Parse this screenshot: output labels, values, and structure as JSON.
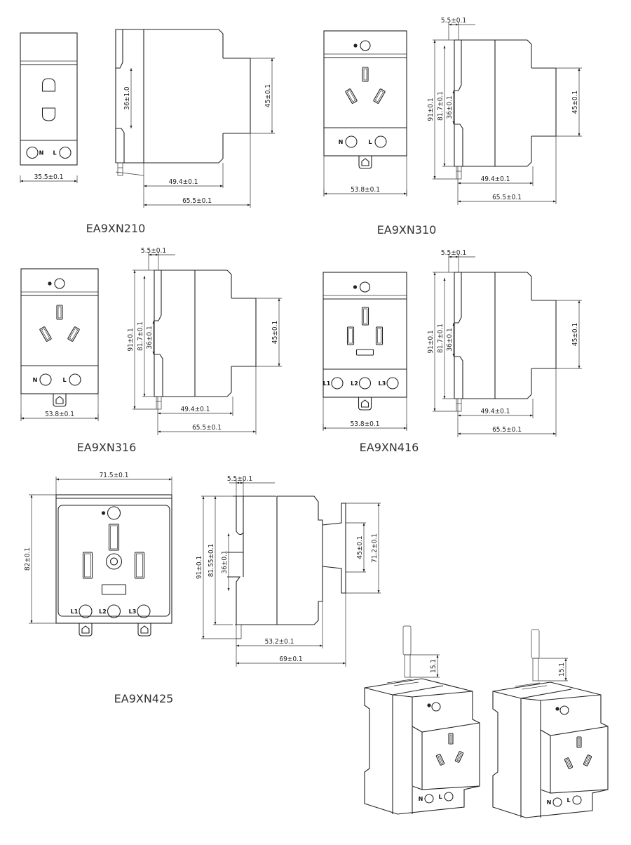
{
  "models": [
    {
      "name": "EA9XN210",
      "front": {
        "width": "35.5±0.1"
      },
      "side": {
        "clip": "36±1.0",
        "step": "45±0.1",
        "depth_body": "49.4±0.1",
        "depth_total": "65.5±0.1"
      },
      "pins": [
        "N",
        "L"
      ],
      "socket": "2-pin"
    },
    {
      "name": "EA9XN310",
      "front": {
        "width": "53.8±0.1"
      },
      "side": {
        "top": "5.5±0.1",
        "height": "91±0.1",
        "body": "81.7±0.1",
        "clip": "36±0.1",
        "step": "45±0.1",
        "depth_body": "49.4±0.1",
        "depth_total": "65.5±0.1"
      },
      "pins": [
        "N",
        "L"
      ],
      "socket": "3-pin-angled"
    },
    {
      "name": "EA9XN316",
      "front": {
        "width": "53.8±0.1"
      },
      "side": {
        "top": "5.5±0.1",
        "height": "91±0.1",
        "body": "81.7±0.1",
        "clip": "36±0.1",
        "step": "45±0.1",
        "depth_body": "49.4±0.1",
        "depth_total": "65.5±0.1"
      },
      "pins": [
        "N",
        "L"
      ],
      "socket": "3-pin-angled"
    },
    {
      "name": "EA9XN416",
      "front": {
        "width": "53.8±0.1"
      },
      "side": {
        "top": "5.5±0.1",
        "height": "91±0.1",
        "body": "81.7±0.1",
        "clip": "36±0.1",
        "step": "45±0.1",
        "depth_body": "49.4±0.1",
        "depth_total": "65.5±0.1"
      },
      "pins": [
        "L1",
        "L2",
        "L3"
      ],
      "socket": "4-pin"
    },
    {
      "name": "EA9XN425",
      "front": {
        "width": "71.5±0.1",
        "height": "82±0.1"
      },
      "side": {
        "top": "5.5±0.1",
        "height": "91±0.1",
        "body": "81.55±0.1",
        "clip": "36±0.1",
        "step": "45±0.1",
        "flange": "71.2±0.1",
        "depth_body": "53.2±0.1",
        "depth_total": "69±0.1"
      },
      "pins": [
        "L1",
        "L2",
        "L3"
      ],
      "socket": "5-pin"
    }
  ],
  "isometric": [
    {
      "probe_dim": "15.1",
      "pins": [
        "N",
        "L"
      ]
    },
    {
      "probe_dim": "15.1",
      "pins": [
        "N",
        "L"
      ]
    }
  ]
}
